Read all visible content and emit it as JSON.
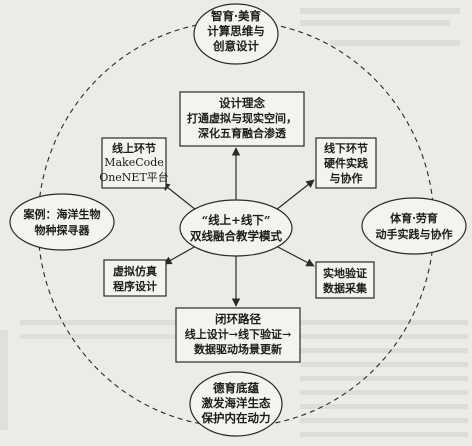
{
  "page": {
    "background_color": "#ecebe6",
    "ink_color": "#1c1c1c",
    "box_fill": "#f4f3ee"
  },
  "diagram": {
    "center": {
      "lines": [
        "“线上+线下”",
        "双线融合教学模式"
      ]
    },
    "top_ellipse": {
      "lines": [
        "智育·美育",
        "计算思维与",
        "创意设计"
      ]
    },
    "bottom_ellipse": {
      "lines": [
        "德育底蕴",
        "激发海洋生态",
        "保护内在动力"
      ]
    },
    "left_ellipse": {
      "lines": [
        "案例：海洋生物",
        "物种探寻器"
      ]
    },
    "right_ellipse": {
      "lines": [
        "体育·劳育",
        "动手实践与协作"
      ]
    },
    "box_design": {
      "lines": [
        "设计理念",
        "打通虚拟与现实空间，",
        "深化五育融合渗透"
      ]
    },
    "box_online": {
      "lines": [
        "线上环节",
        "MakeCode",
        "OneNET平台"
      ]
    },
    "box_offline": {
      "lines": [
        "线下环节",
        "硬件实践",
        "与协作"
      ]
    },
    "box_virtual": {
      "lines": [
        "虚拟仿真",
        "程序设计"
      ]
    },
    "box_field": {
      "lines": [
        "实地验证",
        "数据采集"
      ]
    },
    "box_loop": {
      "lines": [
        "闭环路径",
        "线上设计→线下验证→",
        "数据驱动场景更新"
      ]
    }
  }
}
